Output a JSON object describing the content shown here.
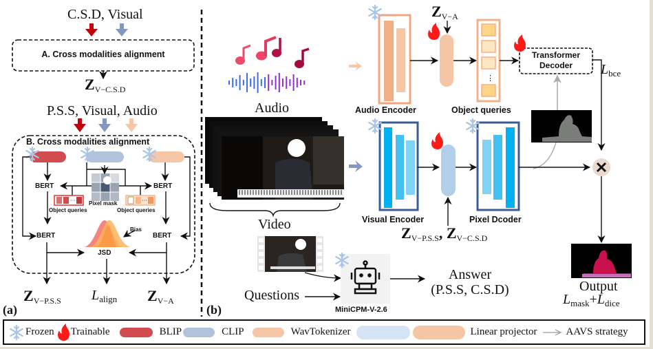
{
  "panel_a": {
    "label": "(a)",
    "top_inputs": "C.S.D, Visual",
    "box_a_title": "A. Cross modalities alignment",
    "z_csd": {
      "base": "Z",
      "sub": "V−C.S.D"
    },
    "mid_inputs": "P.S.S, Visual, Audio",
    "box_b_title": "B. Cross modalities alignment",
    "bert": "BERT",
    "pixel_mask": "Pixel mask",
    "object_queries": "Object queries",
    "bias": "Bias",
    "jsd": "JSD",
    "z_pss": {
      "base": "Z",
      "sub": "V−P.S.S"
    },
    "l_align": {
      "base": "L",
      "sub": "align"
    },
    "z_va": {
      "base": "Z",
      "sub": "V−A"
    }
  },
  "panel_b": {
    "label": "(b)",
    "audio": "Audio",
    "video": "Video",
    "audio_encoder": "Audio Encoder",
    "object_queries": "Object queries",
    "transformer_decoder_line1": "Transformer",
    "transformer_decoder_line2": "Decoder",
    "z_va": {
      "base": "Z",
      "sub": "V−A"
    },
    "l_bce": {
      "base": "L",
      "sub": "bce"
    },
    "visual_encoder": "Visual Encoder",
    "pixel_decoder": "Pixel Dcoder",
    "z_pss": {
      "base": "Z",
      "sub": "V−P.S.S"
    },
    "z_csd": {
      "base": "Z",
      "sub": "V−C.S.D"
    },
    "questions": "Questions",
    "mllm": "MiniCPM-V-2.6",
    "answer_line1": "Answer",
    "answer_line2": "(P.S.S, C.S.D)",
    "output": "Output",
    "l_mask": {
      "base": "L",
      "sub": "mask"
    },
    "plus": "+",
    "l_dice": {
      "base": "L",
      "sub": "dice"
    },
    "multiply_symbol": "✕"
  },
  "legend": {
    "frozen": "Frozen",
    "trainable": "Trainable",
    "blip": "BLIP",
    "clip": "CLIP",
    "wavtokenizer": "WavTokenizer",
    "linear_projector": "Linear projector",
    "aavs": "AAVS strategy"
  },
  "colors": {
    "blip": "#d24b4f",
    "clip": "#b2c2dc",
    "wavtokenizer": "#f5c7a7",
    "visual_projector": "#d5e4f4",
    "audio_projector": "#f5c6a6",
    "red_arrow": "#c0000a",
    "blue_arrow": "#8497c0",
    "peach_arrow": "#f6c7a6",
    "audio_frame": "#f0a57c",
    "visual_frame": "#3a5a9a",
    "flame": "#ff1a1a",
    "snow": "#a9c5e6",
    "mask_pink": "#c8104c"
  }
}
